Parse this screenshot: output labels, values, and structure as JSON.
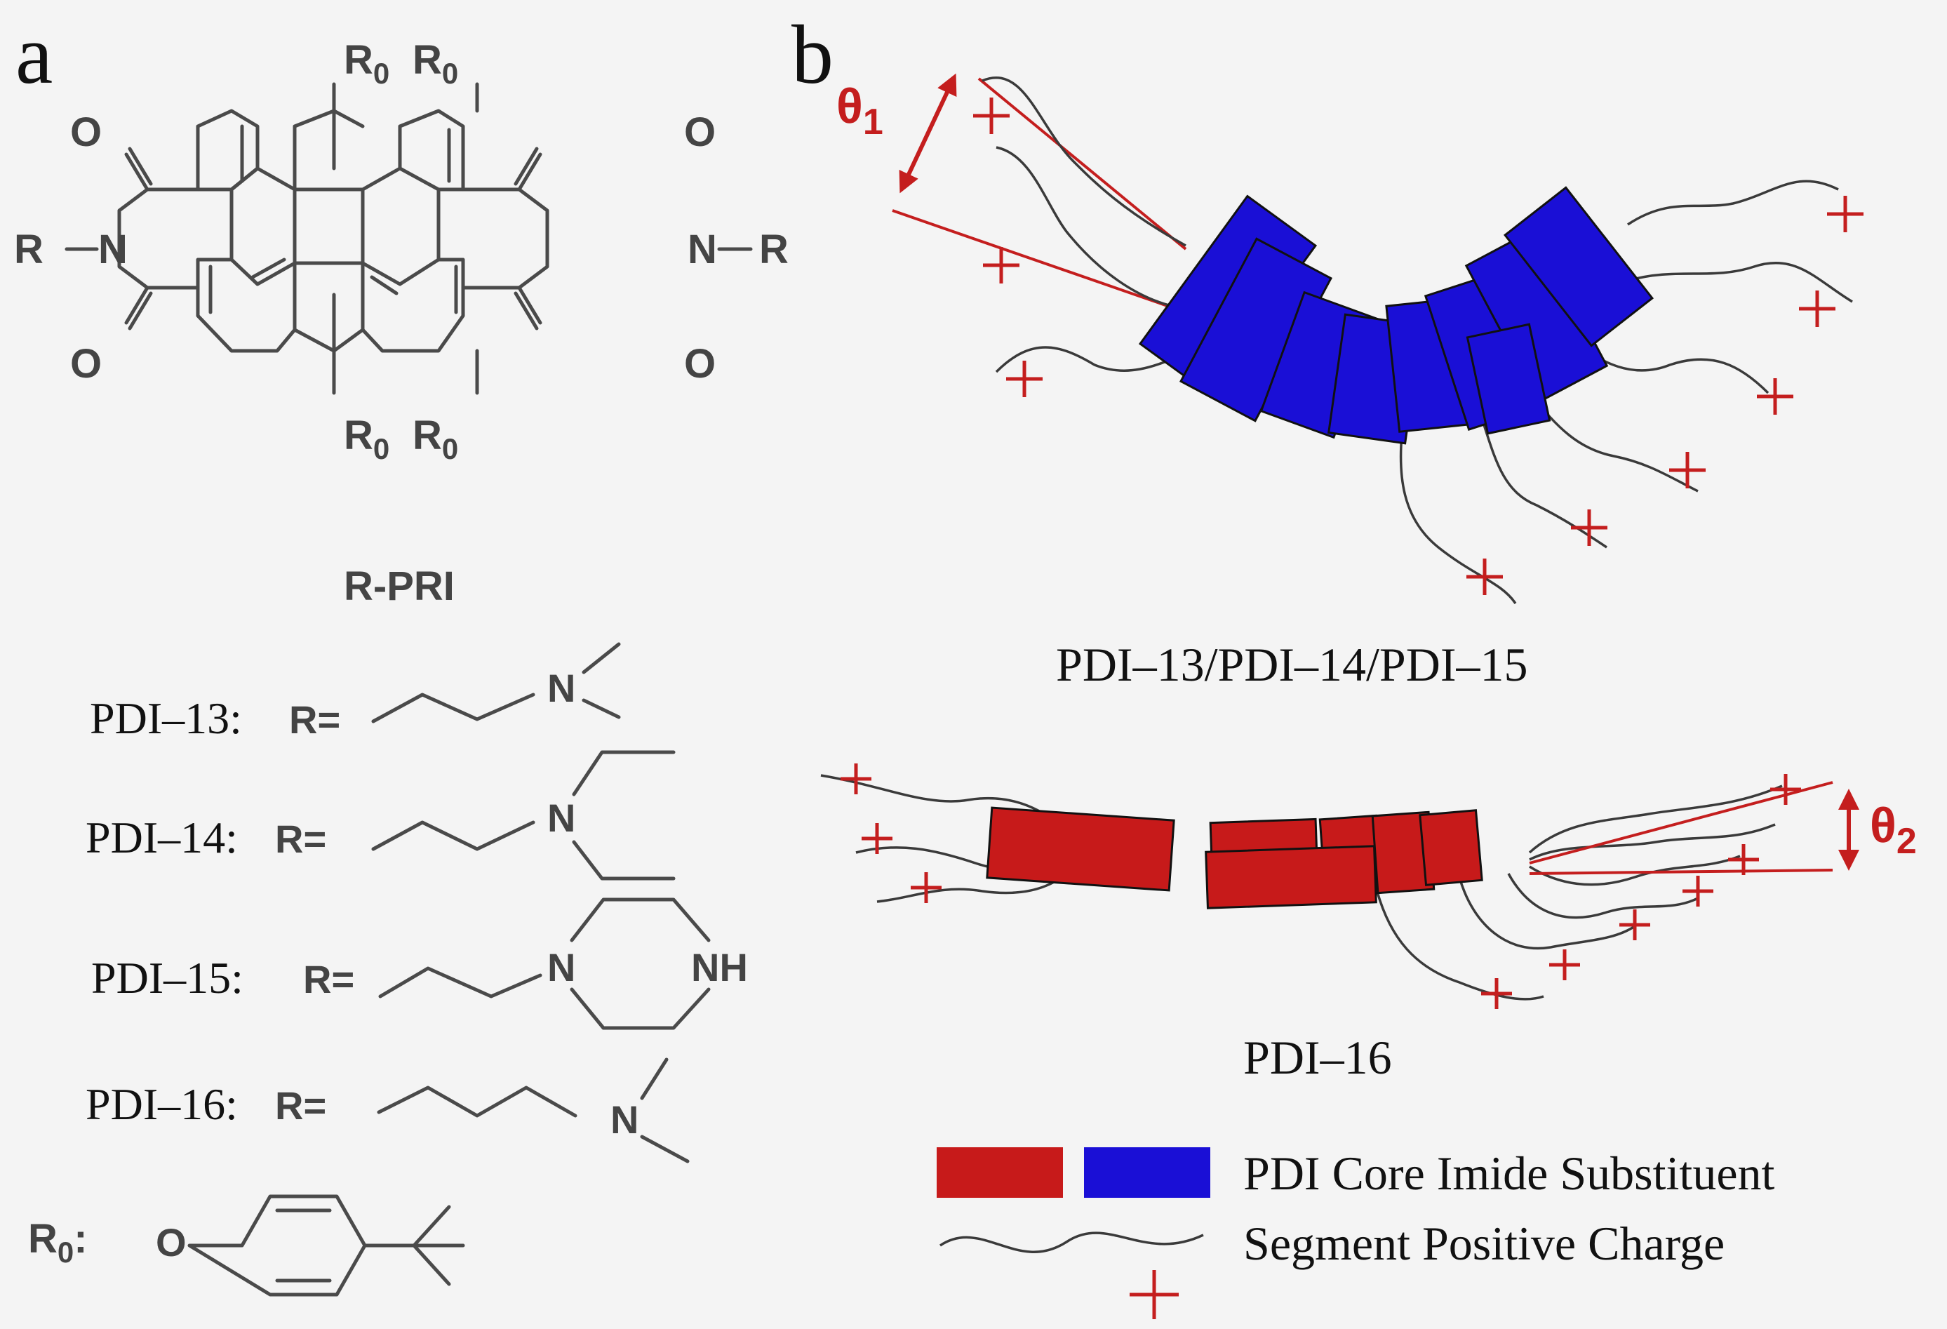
{
  "panels": {
    "a": {
      "label": "a"
    },
    "b": {
      "label": "b"
    }
  },
  "molecule": {
    "title": "R-PRI",
    "atoms": {
      "o": "O",
      "n": "N",
      "r": "R",
      "r0": "R",
      "r0_sub": "0",
      "nh": "NH"
    },
    "r0_label": "R",
    "r0_label_sub": "0",
    "r0_colon": ":"
  },
  "substituents": [
    {
      "name": "PDI–13:",
      "eq": "R="
    },
    {
      "name": "PDI–14:",
      "eq": "R="
    },
    {
      "name": "PDI–15: ",
      "eq": "R="
    },
    {
      "name": "PDI–16:",
      "eq": "R="
    }
  ],
  "diagram": {
    "upper_caption": "PDI–13/PDI–14/PDI–15",
    "lower_caption": "PDI–16",
    "theta1": "θ",
    "theta1_sub": "1",
    "theta2": "θ",
    "theta2_sub": "2",
    "colors": {
      "red_core": "#c71a1a",
      "blue_core": "#1a0fd6",
      "accent": "#c41e1e"
    }
  },
  "legend": {
    "line1": "PDI Core Imide Substituent",
    "line2": "Segment Positive Charge"
  }
}
